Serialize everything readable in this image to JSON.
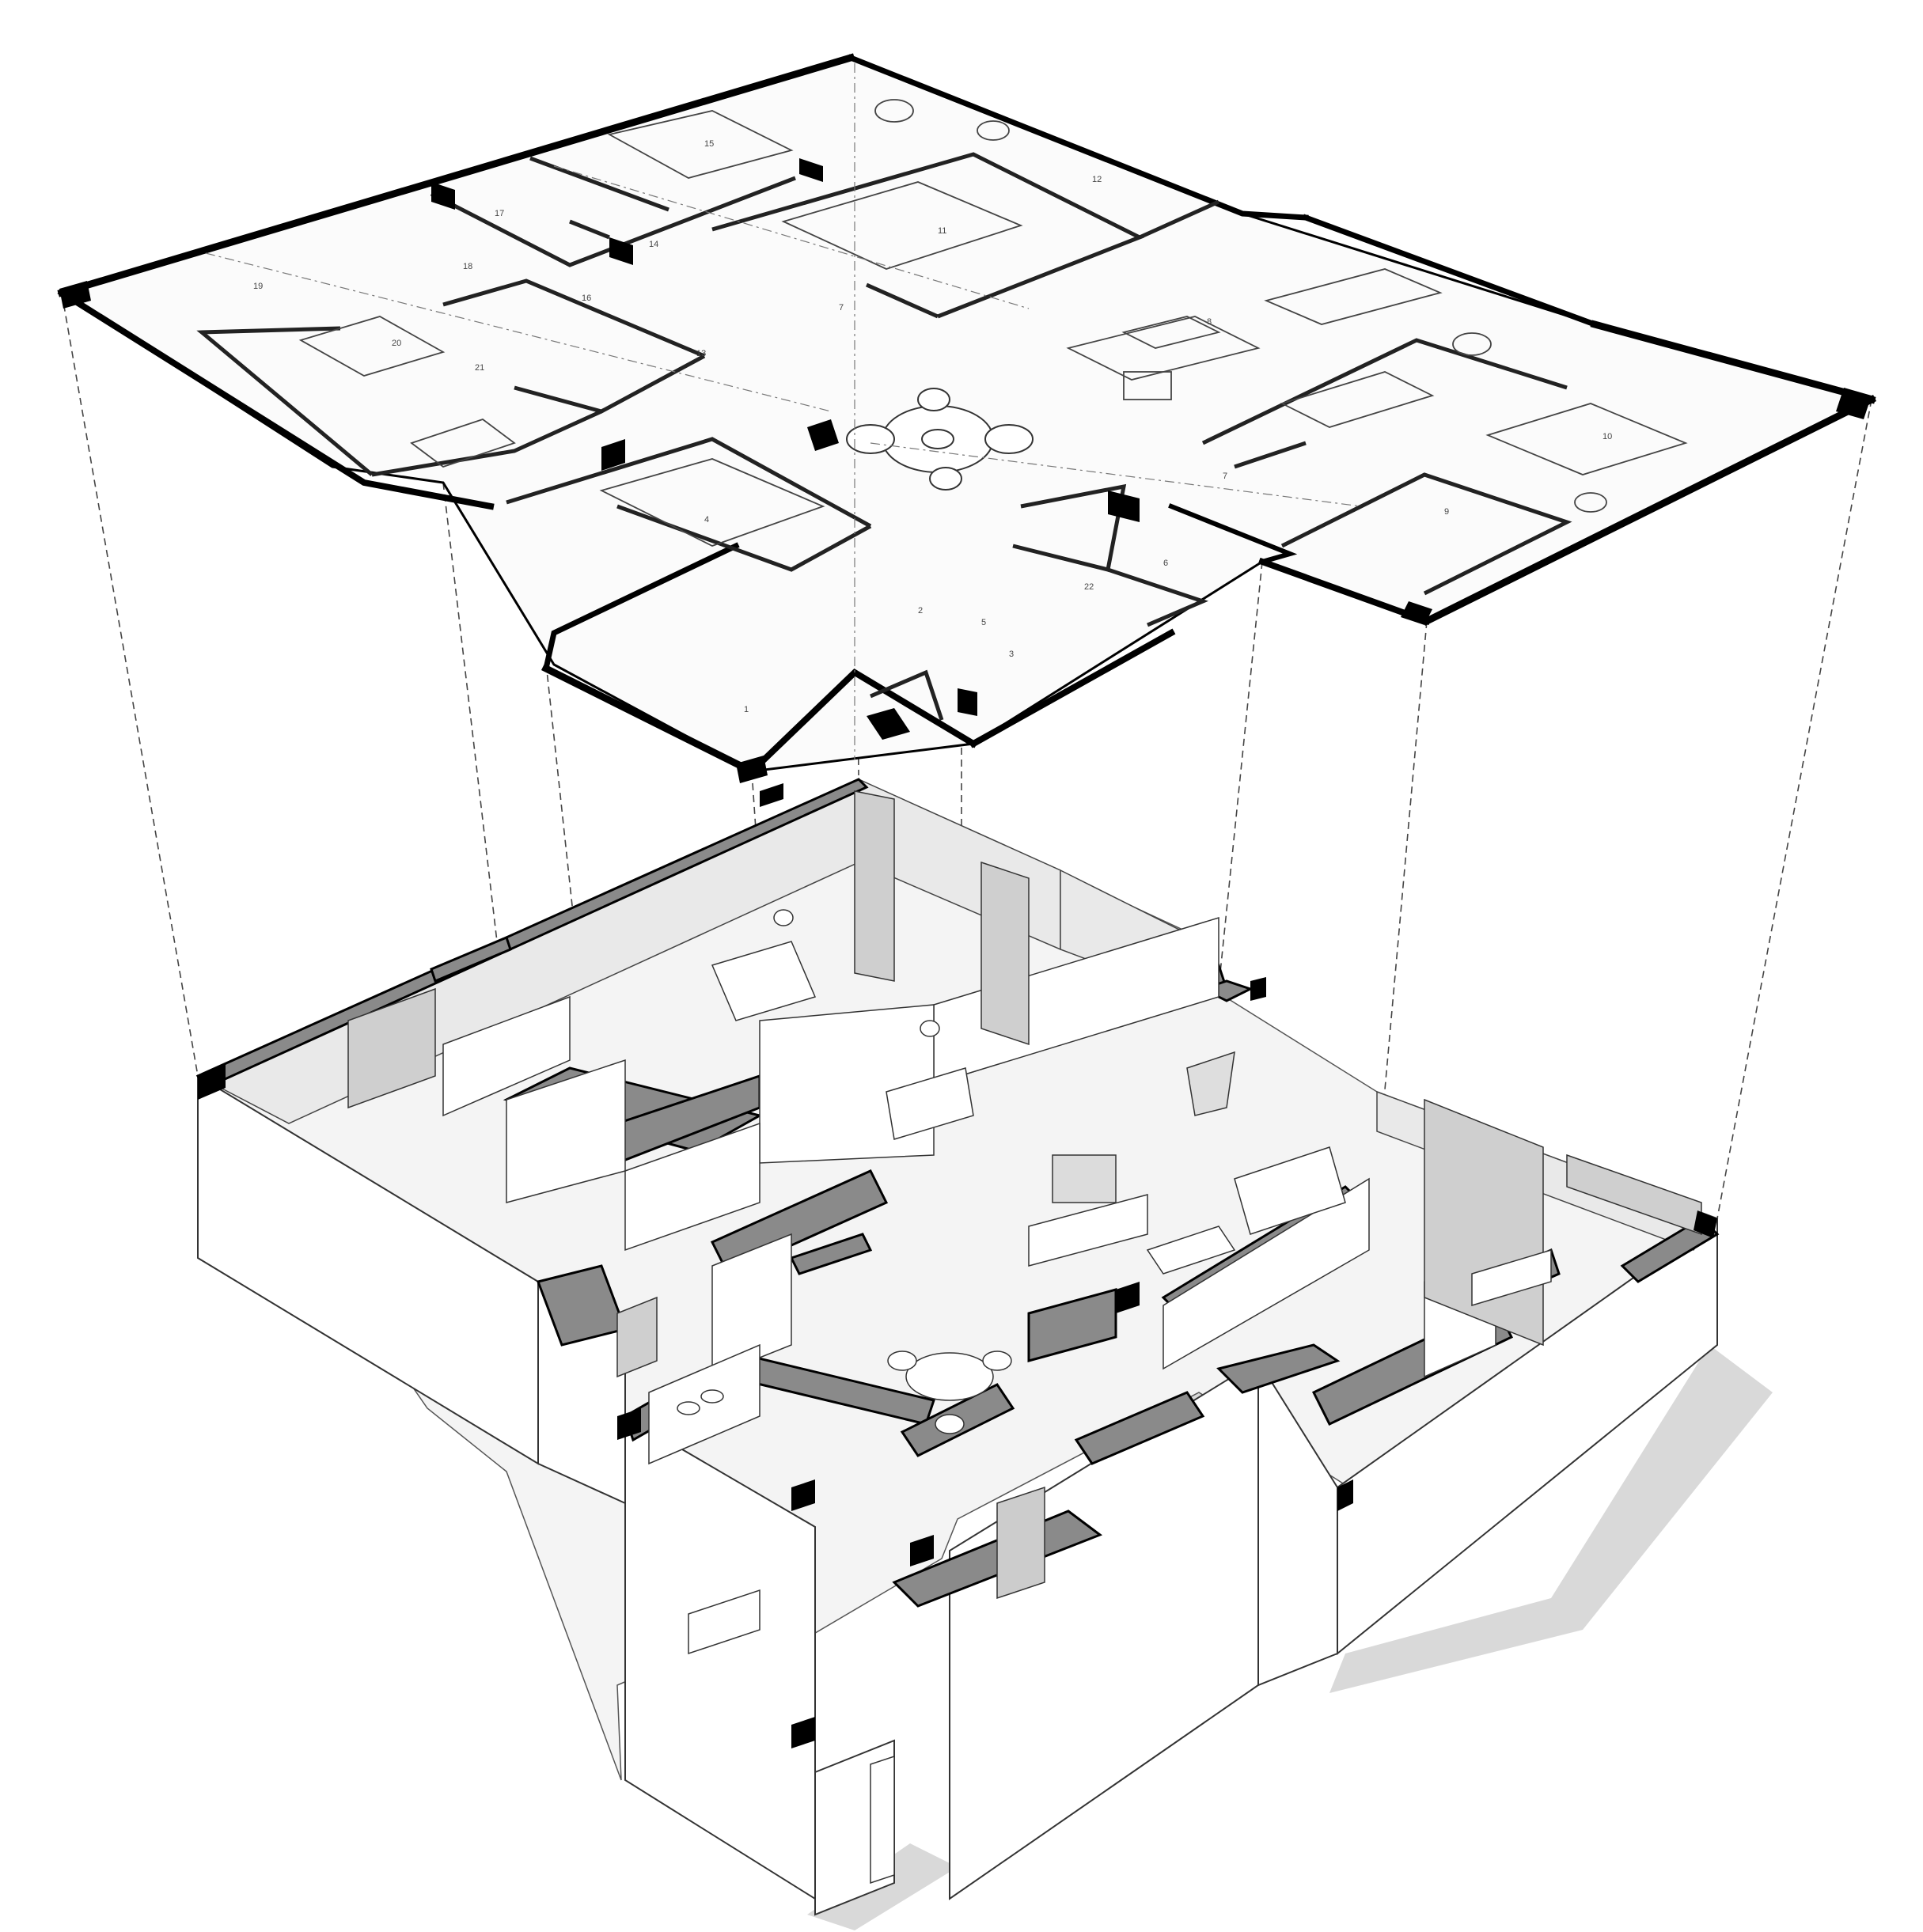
{
  "diagram": {
    "type": "exploded-axonometric-floor-plan",
    "colors": {
      "background": "#ffffff",
      "wall_fill": "#8a8a8a",
      "wall_edge": "#000000",
      "room_floor": "#f2f2f2",
      "wall_face": "#ffffff",
      "shadow": "#d9d9d9",
      "line": "#333333"
    },
    "room_labels": [
      {
        "id": "r1",
        "text": "1"
      },
      {
        "id": "r2",
        "text": "2"
      },
      {
        "id": "r3",
        "text": "3"
      },
      {
        "id": "r4",
        "text": "4"
      },
      {
        "id": "r5",
        "text": "5"
      },
      {
        "id": "r6",
        "text": "6"
      },
      {
        "id": "r7a",
        "text": "7"
      },
      {
        "id": "r7b",
        "text": "7"
      },
      {
        "id": "r8",
        "text": "8"
      },
      {
        "id": "r9",
        "text": "9"
      },
      {
        "id": "r10",
        "text": "10"
      },
      {
        "id": "r11",
        "text": "11"
      },
      {
        "id": "r12",
        "text": "12"
      },
      {
        "id": "r13",
        "text": "13"
      },
      {
        "id": "r14",
        "text": "14"
      },
      {
        "id": "r15",
        "text": "15"
      },
      {
        "id": "r16",
        "text": "16"
      },
      {
        "id": "r17",
        "text": "17"
      },
      {
        "id": "r18",
        "text": "18"
      },
      {
        "id": "r19",
        "text": "19"
      },
      {
        "id": "r20",
        "text": "20"
      },
      {
        "id": "r21",
        "text": "21"
      },
      {
        "id": "r22",
        "text": "22"
      }
    ]
  }
}
